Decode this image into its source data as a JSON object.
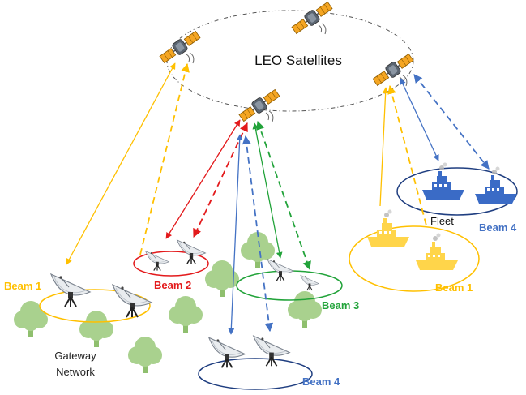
{
  "title": "LEO Satellites",
  "gateway": {
    "label_line1": "Gateway",
    "label_line2": "Network"
  },
  "fleet_label": "Fleet",
  "colors": {
    "yellow": "#FFC000",
    "red": "#E31A1C",
    "green": "#22A33A",
    "blue": "#4472C4",
    "tree": "#A9D18E",
    "ship_yellow": "#FFD54A",
    "ship_blue": "#3A6BC6"
  },
  "beams": {
    "gw_beam1": "Beam 1",
    "gw_beam2": "Beam 2",
    "gw_beam3": "Beam 3",
    "gw_beam4": "Beam 4",
    "fleet_beam1": "Beam 1",
    "fleet_beam4": "Beam 4"
  },
  "icons": [
    "satellite-icon",
    "dish-antenna-icon",
    "ship-icon",
    "tree-icon"
  ]
}
